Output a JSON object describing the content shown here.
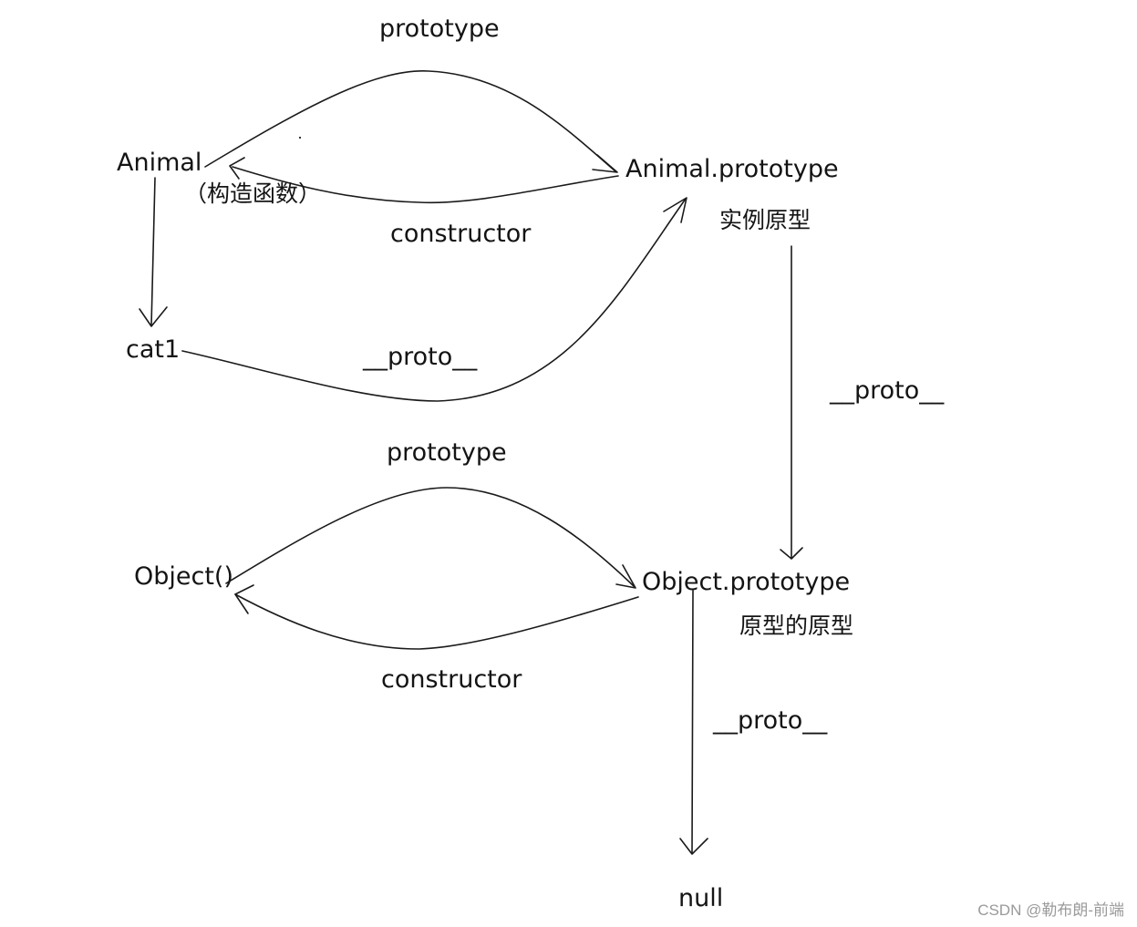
{
  "nodes": {
    "animal": "Animal",
    "animal_note": "（构造函数）",
    "animal_prototype": "Animal.prototype",
    "animal_prototype_note": "实例原型",
    "cat1": "cat1",
    "object_ctor": "Object()",
    "object_prototype": "Object.prototype",
    "object_prototype_note": "原型的原型",
    "null_node": "null"
  },
  "edges": {
    "animal_prototype_label": "prototype",
    "animal_constructor_label": "constructor",
    "cat1_proto_label": "__proto__",
    "animal_proto_proto_label": "__proto__",
    "object_prototype_label": "prototype",
    "object_constructor_label": "constructor",
    "object_proto_proto_label": "__proto__"
  },
  "watermark": "CSDN @勒布朗-前端",
  "colors": {
    "stroke": "#1a1a1a",
    "background": "#ffffff",
    "watermark": "#9a9a9a"
  }
}
